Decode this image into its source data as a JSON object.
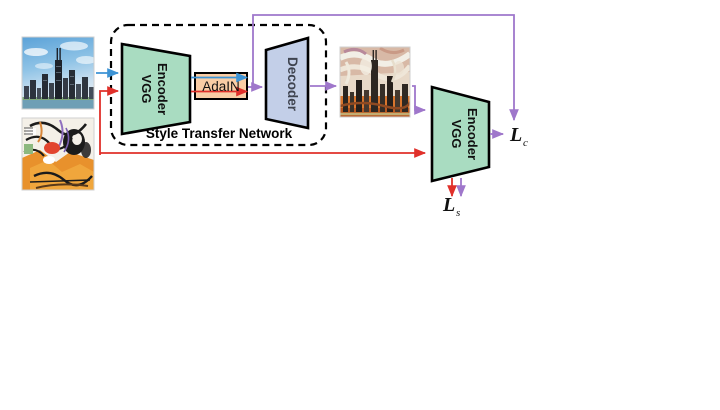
{
  "figure": {
    "title_label": "Style Transfer Network",
    "blocks": [
      {
        "id": "encoder-left",
        "label": "VGG\nEncoder",
        "line1": "VGG",
        "line2": "Encoder",
        "fill": "#a9dcc1",
        "stroke": "#000000"
      },
      {
        "id": "adain",
        "label": "AdaIN",
        "fill": "#f9cda5",
        "stroke": "#000000"
      },
      {
        "id": "decoder",
        "label": "Decoder",
        "fill": "#c3cfe8",
        "stroke": "#000000"
      },
      {
        "id": "encoder-right",
        "line1": "VGG",
        "line2": "Encoder",
        "fill": "#a9dcc1",
        "stroke": "#000000"
      }
    ],
    "losses": [
      {
        "id": "content-loss",
        "symbol": "L",
        "subscript": "c"
      },
      {
        "id": "style-loss",
        "symbol": "L",
        "subscript": "s"
      }
    ],
    "images": [
      {
        "id": "content-image",
        "alt": "content-photo-chicago-skyline"
      },
      {
        "id": "style-image",
        "alt": "style-painting-abstract"
      },
      {
        "id": "output-image",
        "alt": "stylized-output-image"
      }
    ],
    "colors": {
      "content_arrow": "#3d93d4",
      "style_arrow": "#e0302a",
      "feature_arrow": "#9f77cb",
      "encoder_fill": "#a9dcc1",
      "adain_fill": "#f9cda5",
      "decoder_fill": "#c3cfe8",
      "outline": "#000000"
    }
  }
}
